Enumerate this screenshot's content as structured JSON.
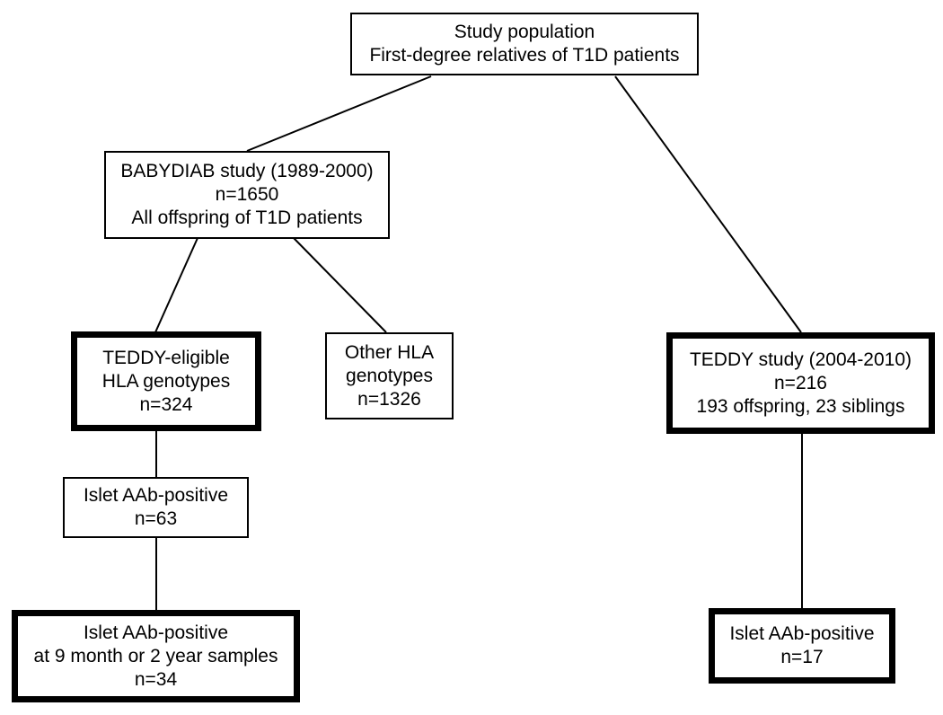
{
  "nodes": {
    "study_population": {
      "lines": [
        "Study population",
        "First-degree relatives of T1D patients"
      ]
    },
    "babydiab": {
      "lines": [
        "BABYDIAB study (1989-2000)",
        "n=1650",
        "All offspring of T1D patients"
      ]
    },
    "teddy_eligible": {
      "lines": [
        "TEDDY-eligible",
        "HLA genotypes",
        "n=324"
      ]
    },
    "other_hla": {
      "lines": [
        "Other HLA",
        "genotypes",
        "n=1326"
      ]
    },
    "islet_63": {
      "lines": [
        "Islet AAb-positive",
        "n=63"
      ]
    },
    "islet_34": {
      "lines": [
        "Islet AAb-positive",
        "at 9 month or 2 year samples",
        "n=34"
      ]
    },
    "teddy_study": {
      "lines": [
        "TEDDY study (2004-2010)",
        "n=216",
        "193 offspring, 23 siblings"
      ]
    },
    "islet_17": {
      "lines": [
        "Islet AAb-positive",
        "n=17"
      ]
    }
  },
  "colors": {
    "line": "#000000",
    "box_fill": "#ffffff",
    "text": "#000000"
  }
}
